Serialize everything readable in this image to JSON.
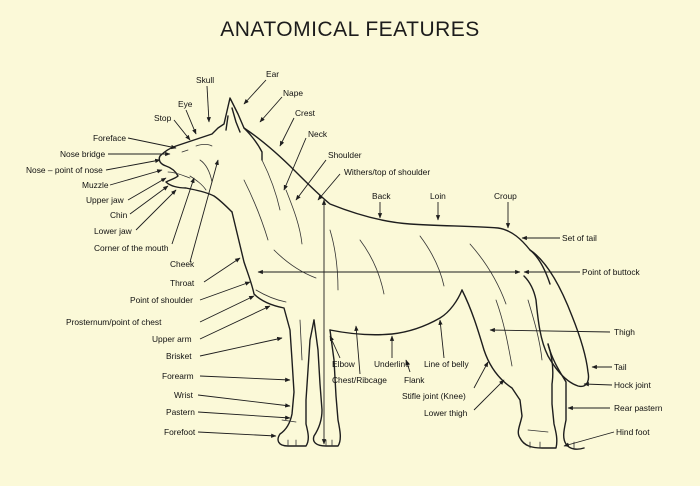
{
  "title": "ANATOMICAL FEATURES",
  "labels": [
    {
      "id": "skull",
      "text": "Skull"
    },
    {
      "id": "ear",
      "text": "Ear"
    },
    {
      "id": "eye",
      "text": "Eye"
    },
    {
      "id": "nape",
      "text": "Nape"
    },
    {
      "id": "stop",
      "text": "Stop"
    },
    {
      "id": "crest",
      "text": "Crest"
    },
    {
      "id": "neck",
      "text": "Neck"
    },
    {
      "id": "foreface",
      "text": "Foreface"
    },
    {
      "id": "nose-bridge",
      "text": "Nose bridge"
    },
    {
      "id": "shoulder",
      "text": "Shoulder"
    },
    {
      "id": "nose-point",
      "text": "Nose – point of nose"
    },
    {
      "id": "withers",
      "text": "Withers/top of shoulder"
    },
    {
      "id": "muzzle",
      "text": "Muzzle"
    },
    {
      "id": "upper-jaw",
      "text": "Upper jaw"
    },
    {
      "id": "back",
      "text": "Back"
    },
    {
      "id": "loin",
      "text": "Loin"
    },
    {
      "id": "croup",
      "text": "Croup"
    },
    {
      "id": "chin",
      "text": "Chin"
    },
    {
      "id": "lower-jaw",
      "text": "Lower jaw"
    },
    {
      "id": "set-of-tail",
      "text": "Set of tail"
    },
    {
      "id": "corner-mouth",
      "text": "Corner of the mouth"
    },
    {
      "id": "cheek",
      "text": "Cheek"
    },
    {
      "id": "point-of-buttock",
      "text": "Point of buttock"
    },
    {
      "id": "throat",
      "text": "Throat"
    },
    {
      "id": "point-of-shoulder",
      "text": "Point of shoulder"
    },
    {
      "id": "prosternum",
      "text": "Prosternum/point of chest"
    },
    {
      "id": "thigh",
      "text": "Thigh"
    },
    {
      "id": "upper-arm",
      "text": "Upper arm"
    },
    {
      "id": "brisket",
      "text": "Brisket"
    },
    {
      "id": "elbow",
      "text": "Elbow"
    },
    {
      "id": "underline",
      "text": "Underline"
    },
    {
      "id": "line-of-belly",
      "text": "Line of belly"
    },
    {
      "id": "tail",
      "text": "Tail"
    },
    {
      "id": "forearm",
      "text": "Forearm"
    },
    {
      "id": "chest-ribcage",
      "text": "Chest/Ribcage"
    },
    {
      "id": "flank",
      "text": "Flank"
    },
    {
      "id": "hock-joint",
      "text": "Hock joint"
    },
    {
      "id": "wrist",
      "text": "Wrist"
    },
    {
      "id": "stifle",
      "text": "Stifle joint (Knee)"
    },
    {
      "id": "rear-pastern",
      "text": "Rear pastern"
    },
    {
      "id": "lower-thigh",
      "text": "Lower thigh"
    },
    {
      "id": "pastern",
      "text": "Pastern"
    },
    {
      "id": "hind-foot",
      "text": "Hind foot"
    },
    {
      "id": "forefoot",
      "text": "Forefoot"
    }
  ]
}
